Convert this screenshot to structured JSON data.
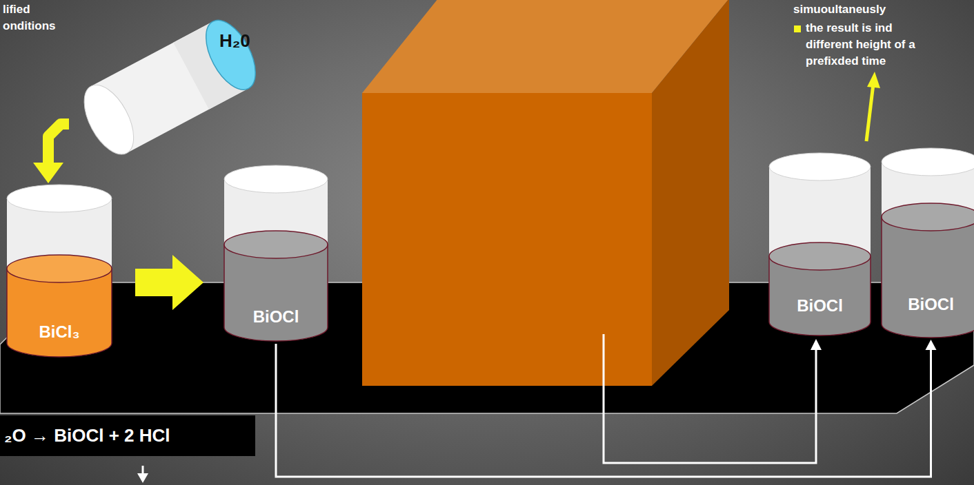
{
  "diagram": {
    "nodes": [
      {
        "text": [
          "H₂0"
        ]
      },
      {
        "text": [
          "BiCl₃"
        ]
      },
      {
        "text": [
          "BiOCl"
        ]
      },
      {
        "text": [
          "BiOCl"
        ]
      },
      {
        "text": [
          "BiOCl"
        ]
      },
      {
        "text": [
          "₂O → BiOCl + 2 HCl"
        ]
      }
    ],
    "edges": [
      {
        "from": 0,
        "to": 1,
        "arrow": "to"
      },
      {
        "from": 1,
        "to": 2,
        "arrow": "to"
      },
      {
        "from": 2,
        "to": 4,
        "arrow": "to"
      }
    ],
    "labels": [
      "lified onditions",
      "simuoultaneusly",
      "the result is ind different height of a prefixded time"
    ]
  }
}
